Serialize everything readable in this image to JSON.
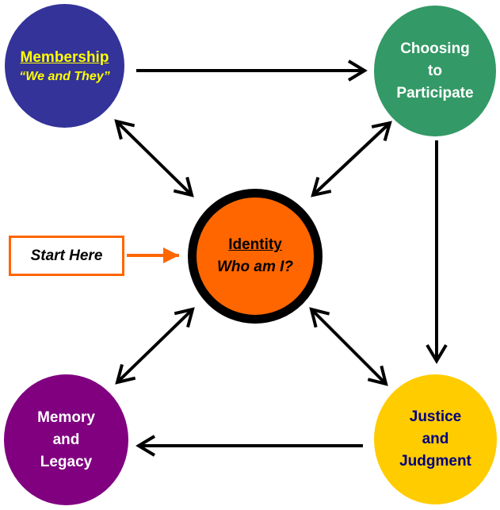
{
  "nodes": {
    "membership": {
      "title": "Membership",
      "subtitle": "“We and They”",
      "color": "#333399",
      "text_color": "#ffff00"
    },
    "choosing": {
      "lines": [
        "Choosing",
        "to",
        "Participate"
      ],
      "color": "#339966",
      "text_color": "#ffffff"
    },
    "identity": {
      "title": "Identity",
      "subtitle": "Who am I?",
      "color": "#ff6600",
      "text_color": "#000000"
    },
    "memory": {
      "lines": [
        "Memory",
        "and",
        "Legacy"
      ],
      "color": "#800080",
      "text_color": "#ffffff"
    },
    "justice": {
      "lines": [
        "Justice",
        "and",
        "Judgment"
      ],
      "color": "#ffcc00",
      "text_color": "#000080"
    }
  },
  "start": {
    "label": "Start Here",
    "color": "#ff6600"
  }
}
